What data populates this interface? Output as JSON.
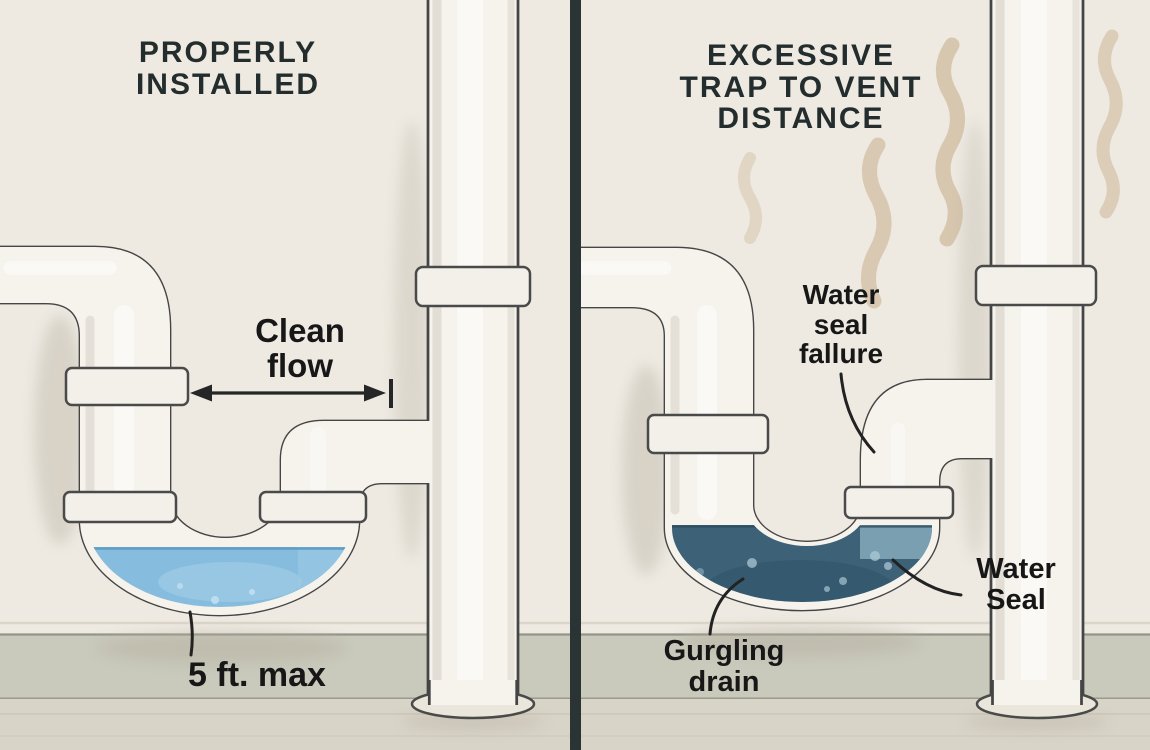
{
  "left_panel": {
    "title": "PROPERLY\nINSTALLED",
    "clean_flow_label": "Clean\nflow",
    "distance_label": "5 ft. max"
  },
  "right_panel": {
    "title": "EXCESSIVE\nTRAP TO VENT\nDISTANCE",
    "seal_failure_label": "Water\nseal\nfallure",
    "water_seal_label": "Water\nSeal",
    "gurgling_label": "Gurgling\ndrain"
  },
  "colors": {
    "wall": "#eeeae2",
    "pipe": "#f6f3ed",
    "pipe_outline": "#454545",
    "divider": "#2b3435",
    "baseboard": "#c9cabc",
    "floor": "#d8d4c7",
    "clean_water": "#86bcdd",
    "stale_water": "#3d6177",
    "odor": "#d4c1a6",
    "label_text": "#171717",
    "title_text": "#232d2d"
  }
}
